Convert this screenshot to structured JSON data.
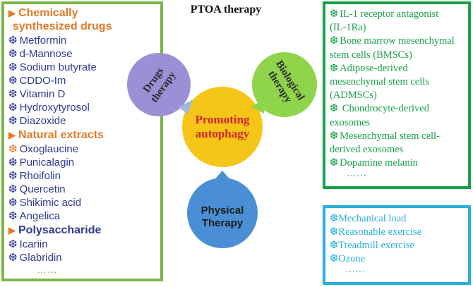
{
  "title": "PTOA therapy",
  "center": {
    "line1": "Promoting",
    "line2": "autophagy"
  },
  "drugs": {
    "line1": "Drugs",
    "line2": "therapy"
  },
  "biological": {
    "line1": "Biological",
    "line2": "therapy"
  },
  "physical": {
    "line1": "Physical",
    "line2": "Therapy"
  },
  "left_panel": {
    "heading1_line1": "Chemically",
    "heading1_line2": "synthesized  drugs",
    "chemical": [
      "Metformin",
      "d-Mannose",
      "Sodium butyrate",
      "CDDO-Im",
      "Vitamin D",
      "Hydroxytyrosol",
      "Diazoxide"
    ],
    "heading2": "Natural extracts",
    "natural": [
      "Oxoglaucine",
      "Punicalagin",
      "Rhoifolin",
      "Quercetin",
      "Shikimic acid",
      "Angelica"
    ],
    "heading3": "Polysaccharide",
    "poly": [
      "Icariin",
      "Glabridin"
    ],
    "dots": "……"
  },
  "right_top": {
    "lines": [
      {
        "snow": true,
        "text": "IL-1 receptor antagonist"
      },
      {
        "snow": false,
        "text": "(IL-1Ra)"
      },
      {
        "snow": true,
        "text": "Bone marrow mesenchymal"
      },
      {
        "snow": false,
        "text": "stem cells (BMSCs)"
      },
      {
        "snow": true,
        "text": "Adipose-derived"
      },
      {
        "snow": false,
        "text": "mesenchymal stem cells"
      },
      {
        "snow": false,
        "text": "(ADMSCs)"
      },
      {
        "snow": true,
        "text": " Chondrocyte-derived"
      },
      {
        "snow": false,
        "text": "exosomes"
      },
      {
        "snow": true,
        "text": "Mesenchymal stem cell-"
      },
      {
        "snow": false,
        "text": "derived exosomes"
      },
      {
        "snow": true,
        "text": "Dopamine melanin"
      }
    ],
    "dots": "……"
  },
  "right_bottom": {
    "items": [
      "Mechanical load",
      "Reasonable exercise",
      "Treadmill exercise",
      "Ozone"
    ],
    "dots": "……"
  },
  "colors": {
    "left_border": "#7ab648",
    "right_top_border": "#1aa04a",
    "right_bottom_border": "#29b0dd",
    "center_circle": "#f5c518",
    "drugs_circle": "#9b8fd6",
    "biological_circle": "#8fd44a",
    "physical_circle": "#4a8fd6"
  }
}
